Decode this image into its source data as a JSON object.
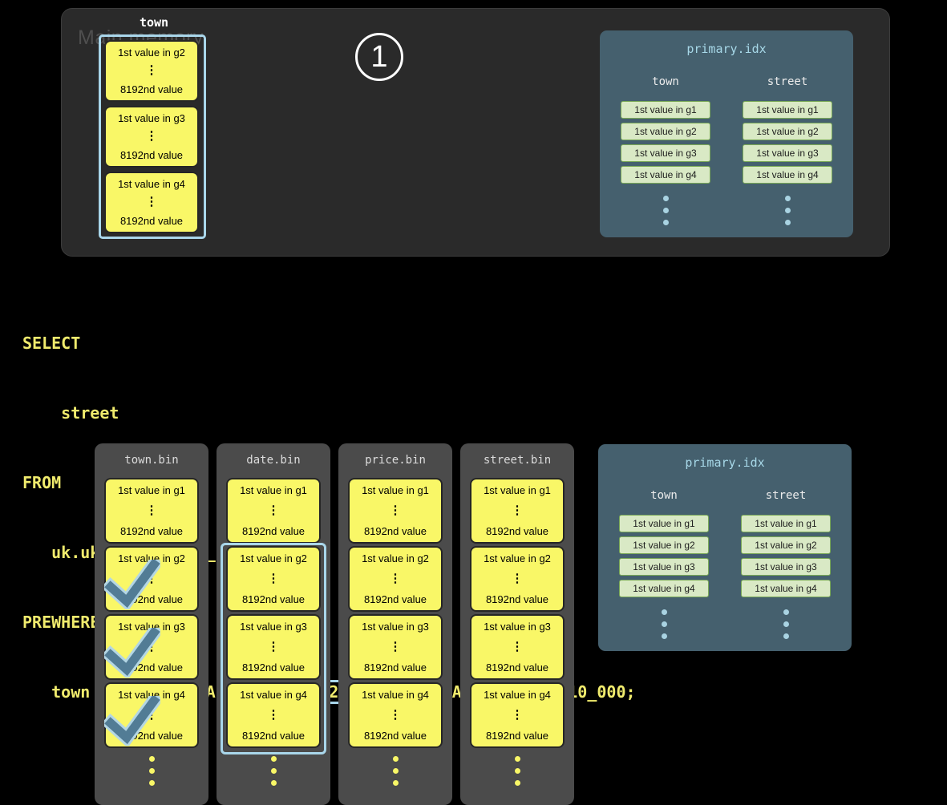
{
  "colors": {
    "accent_blue": "#a9d6ea",
    "granule_yellow": "#f9f767",
    "sql_yellow": "#f0eb6d",
    "memory_panel_bg": "#2a2a2a",
    "bin_panel_bg": "#4b4b4b",
    "index_panel_bg": "#45606e",
    "index_title_blue": "#a7d8e8",
    "chip_green_bg": "#d9e9c5",
    "chip_green_border": "#7aa957",
    "checkmark_blue": "#527c95"
  },
  "glyphs": {
    "ellipsis": "⋮"
  },
  "step_badge": {
    "number": "1"
  },
  "main_memory": {
    "title": "Main memory",
    "column_label": "town",
    "blocks": [
      {
        "first": "1st value in g2",
        "last": "8192nd value"
      },
      {
        "first": "1st value in g3",
        "last": "8192nd value"
      },
      {
        "first": "1st value in g4",
        "last": "8192nd value"
      }
    ]
  },
  "sql": {
    "line1": "SELECT",
    "line2": "    street",
    "line3": "FROM",
    "line4": "   uk.uk_price_paid_simple",
    "line5": "PREWHERE",
    "line6_pre": "   town = 'LONDON' AND ",
    "line6_highlight": "date > '2024-12-31'",
    "line6_post": " AND price < 10_000;"
  },
  "bins": [
    {
      "header": "town.bin",
      "checked_granules": [
        "g2",
        "g3",
        "g4"
      ],
      "blocks": [
        {
          "first": "1st value in g1",
          "last": "8192nd value"
        },
        {
          "first": "1st value in g2",
          "last": "8192nd value"
        },
        {
          "first": "1st value in g3",
          "last": "8192nd value"
        },
        {
          "first": "1st value in g4",
          "last": "8192nd value"
        }
      ]
    },
    {
      "header": "date.bin",
      "framed_granules": [
        "g2",
        "g3",
        "g4"
      ],
      "blocks": [
        {
          "first": "1st value in g1",
          "last": "8192nd value"
        },
        {
          "first": "1st value in g2",
          "last": "8192nd value"
        },
        {
          "first": "1st value in g3",
          "last": "8192nd value"
        },
        {
          "first": "1st value in g4",
          "last": "8192nd value"
        }
      ]
    },
    {
      "header": "price.bin",
      "blocks": [
        {
          "first": "1st value in g1",
          "last": "8192nd value"
        },
        {
          "first": "1st value in g2",
          "last": "8192nd value"
        },
        {
          "first": "1st value in g3",
          "last": "8192nd value"
        },
        {
          "first": "1st value in g4",
          "last": "8192nd value"
        }
      ]
    },
    {
      "header": "street.bin",
      "blocks": [
        {
          "first": "1st value in g1",
          "last": "8192nd value"
        },
        {
          "first": "1st value in g2",
          "last": "8192nd value"
        },
        {
          "first": "1st value in g3",
          "last": "8192nd value"
        },
        {
          "first": "1st value in g4",
          "last": "8192nd value"
        }
      ]
    }
  ],
  "primary_index": {
    "title": "primary.idx",
    "columns": [
      {
        "label": "town",
        "entries": [
          "1st value in g1",
          "1st value in g2",
          "1st value in g3",
          "1st value in g4"
        ]
      },
      {
        "label": "street",
        "entries": [
          "1st value in g1",
          "1st value in g2",
          "1st value in g3",
          "1st value in g4"
        ]
      }
    ]
  }
}
